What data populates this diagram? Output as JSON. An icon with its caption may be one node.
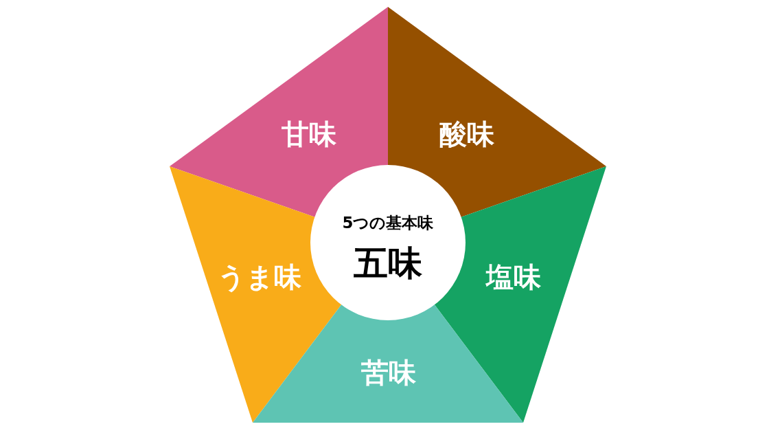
{
  "diagram": {
    "nodes": [
      {
        "text": [
          "甘味"
        ]
      },
      {
        "text": [
          "酸味"
        ]
      },
      {
        "text": [
          "5つの基本味",
          "五味"
        ]
      },
      {
        "text": [
          "うま味"
        ]
      },
      {
        "text": [
          "塩味"
        ]
      },
      {
        "text": [
          "苦味"
        ]
      }
    ]
  }
}
